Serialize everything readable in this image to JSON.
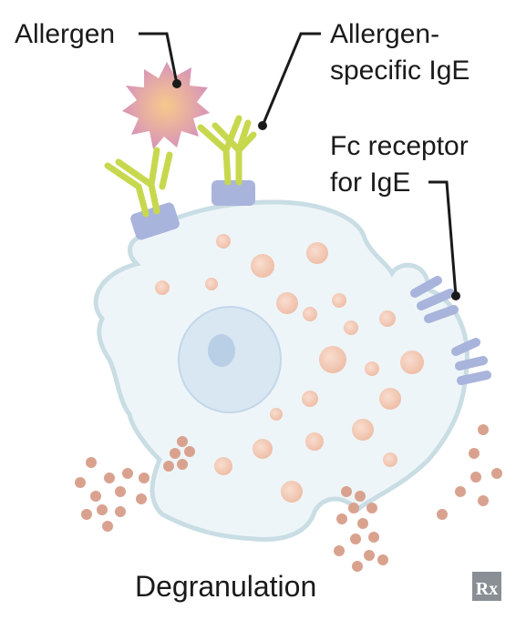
{
  "labels": {
    "allergen": "Allergen",
    "ige_line1": "Allergen-",
    "ige_line2": "specific IgE",
    "fc_line1": "Fc receptor",
    "fc_line2": "for IgE",
    "degranulation": "Degranulation"
  },
  "logo": {
    "text": "Rx"
  },
  "colors": {
    "cell_fill": "#eef5f8",
    "cell_stroke": "#c9dde4",
    "nucleus_fill": "#d9e7f3",
    "nucleolus": "#b9cfe6",
    "granule": "#f2c9b6",
    "granule_released": "#d9a28f",
    "receptor": "#a9b4dc",
    "antibody": "#c8d84e",
    "antibody_dark": "#a9ba32",
    "allergen_center": "#f3c08f",
    "allergen_edge": "#d596b8",
    "line": "#1a1a1a",
    "logo_bg": "#8a8f96"
  }
}
